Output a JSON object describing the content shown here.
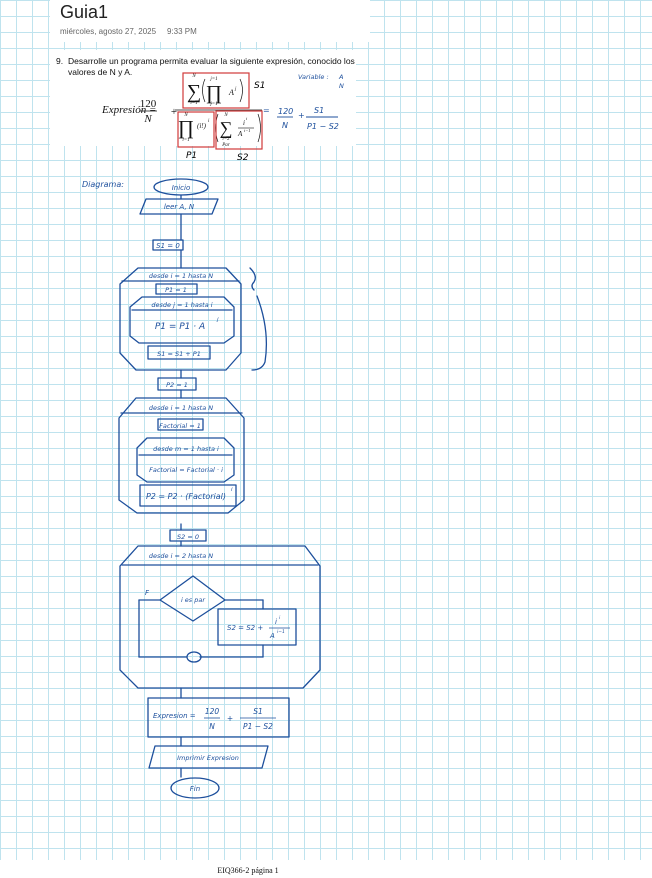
{
  "page": {
    "title": "Guia1",
    "date": "miércoles, agosto 27, 2025",
    "time": "9:33 PM"
  },
  "problem": {
    "number": "9.",
    "text": "Desarrolle un programa permita evaluar la siguiente expresión, conocido los valores de N y A.",
    "expression_label": "Expresión =",
    "numerator_constant": "120",
    "denominator_var": "N",
    "plus": "+",
    "sum1_upper": "N",
    "sum1_lower": "i=1",
    "prod1_upper": "j=1",
    "prod1_lower": "j=1",
    "prod1_term": "A",
    "prod1_exp": "j",
    "prod2_upper": "N",
    "prod2_lower": "i=1",
    "prod2_term": "(i!)",
    "prod2_exp": "i",
    "sum2_upper": "N",
    "sum2_lower": "i=2",
    "sum2_cond": "Par",
    "sum2_num": "i",
    "sum2_num_exp": "i",
    "sum2_den": "A",
    "sum2_den_exp": "i−1"
  },
  "notes": {
    "s1_tag": "S1",
    "p1_tag": "P1",
    "s2_tag": "S2",
    "variables_label": "Variable :",
    "variables_a": "A",
    "variables_n": "N",
    "simplified_eq": "=",
    "simplified_num": "120",
    "simplified_den": "N",
    "simplified_plus": "+",
    "simplified_s1": "S1",
    "simplified_den2": "P1 − S2",
    "diagram_label": "Diagrama:"
  },
  "flowchart": {
    "start": "Inicio",
    "read": "leer A, N",
    "init_s1": "S1 = 0",
    "loop1": "desde i = 1 hasta N",
    "init_p1": "P1 = 1",
    "loop1_inner": "desde j = 1 hasta i",
    "p1_update": "P1 = P1 · A",
    "p1_update_exp": "j",
    "s1_update": "S1 = S1 + P1",
    "init_p2": "P2 = 1",
    "loop2": "desde i = 1 hasta N",
    "init_fact": "Factorial = 1",
    "loop2_inner": "desde m = 1 hasta i",
    "fact_update": "Factorial = Factorial · i",
    "p2_update": "P2 = P2 · (Factorial)",
    "p2_update_exp": "i",
    "init_s2": "S2 = 0",
    "loop3": "desde i = 2 hasta N",
    "decision": "i es par",
    "decision_false": "F",
    "s2_update": "S2 = S2 +",
    "s2_frac_num": "i",
    "s2_frac_num_exp": "i",
    "s2_frac_den": "A",
    "s2_frac_den_exp": "i−1",
    "expr_assign": "Expresion =",
    "expr_num": "120",
    "expr_den": "N",
    "expr_plus": "+",
    "expr_s1": "S1",
    "expr_den2": "P1 − S2",
    "print": "Imprimir Expresion",
    "end": "Fin"
  },
  "footer": {
    "text": "EIQ366-2 página 1"
  },
  "colors": {
    "ink_blue": "#1d4f9c",
    "ink_red": "#d03a3a",
    "grid": "#bfe3ee"
  }
}
